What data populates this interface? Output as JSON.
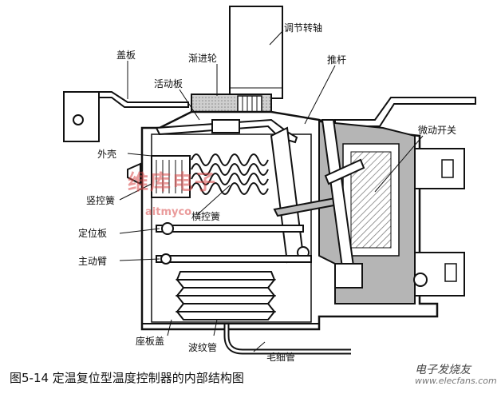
{
  "labels": {
    "shaft": "调节转轴",
    "cover_plate": "盖板",
    "gradual_wheel": "渐进轮",
    "push_rod": "推杆",
    "movable_plate": "活动板",
    "micro_switch": "微动开关",
    "housing": "外壳",
    "vertical_spring": "竖控簧",
    "horizontal_spring": "横控簧",
    "positioning_plate": "定位板",
    "drive_arm": "主动臂",
    "base_cover": "座板盖",
    "bellows": "波纹管",
    "capillary": "毛细管"
  },
  "caption": "图5-14 定温复位型温度控制器的内部结构图",
  "watermark": {
    "text": "维库电子",
    "url": "aitmyco",
    "footer_brand": "电子发烧友",
    "footer_url": "www.elecfans.com"
  },
  "colors": {
    "ink": "#111111",
    "gray": "#9a9a9a",
    "dark": "#333333"
  }
}
